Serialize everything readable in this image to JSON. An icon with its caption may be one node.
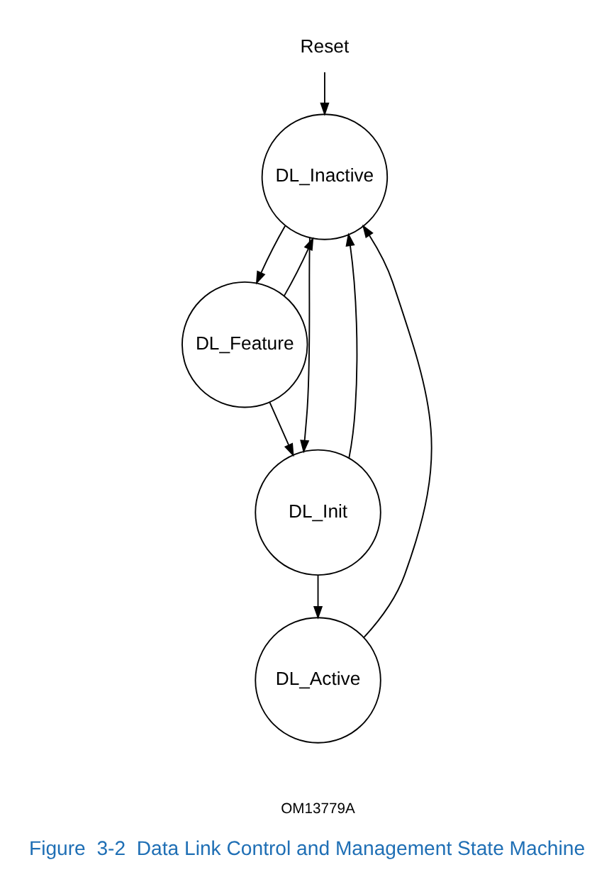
{
  "diagram": {
    "caption": "Figure  3-2  Data Link Control and Management State Machine",
    "nodes": [
      {
        "text": [
          "Reset"
        ]
      },
      {
        "text": [
          "DL_Inactive"
        ]
      },
      {
        "text": [
          "DL_Feature"
        ]
      },
      {
        "text": [
          "DL_Init"
        ]
      },
      {
        "text": [
          "DL_Active"
        ]
      }
    ],
    "edges": [
      {
        "from": 0,
        "to": 1,
        "arrow": "to"
      },
      {
        "from": 1,
        "to": 2,
        "arrow": "to"
      },
      {
        "from": 2,
        "to": 1,
        "arrow": "to"
      },
      {
        "from": 1,
        "to": 3,
        "arrow": "to"
      },
      {
        "from": 2,
        "to": 3,
        "arrow": "to"
      },
      {
        "from": 3,
        "to": 1,
        "arrow": "to"
      },
      {
        "from": 3,
        "to": 4,
        "arrow": "to"
      },
      {
        "from": 4,
        "to": 1,
        "arrow": "to"
      }
    ],
    "labels": [
      "OM13779A"
    ]
  }
}
